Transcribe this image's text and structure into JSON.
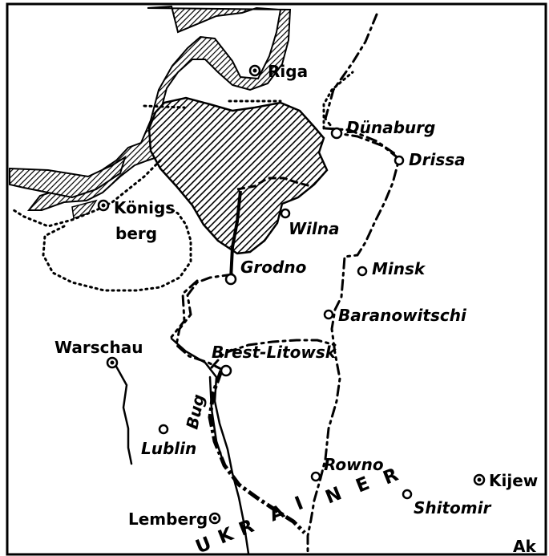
{
  "map": {
    "colors": {
      "ink": "#000000",
      "paper": "#ffffff"
    },
    "places": {
      "riga": "Riga",
      "duenaburg": "Dünaburg",
      "drissa": "Drissa",
      "koenigsberg_1": "Königs",
      "koenigsberg_2": "berg",
      "wilna": "Wilna",
      "grodno": "Grodno",
      "minsk": "Minsk",
      "baranowitschi": "Baranowitschi",
      "warschau": "Warschau",
      "brest_litowsk": "Brest-Litowsk",
      "bug": "Bug",
      "lublin": "Lublin",
      "rowno": "Rowno",
      "kijew": "Kijew",
      "shitomir": "Shitomir",
      "lemberg": "Lemberg",
      "corner_mark": "Ak"
    },
    "region_label": {
      "letters": [
        "U",
        "K",
        "R",
        "A",
        "I",
        "N",
        "E",
        "R"
      ]
    }
  }
}
